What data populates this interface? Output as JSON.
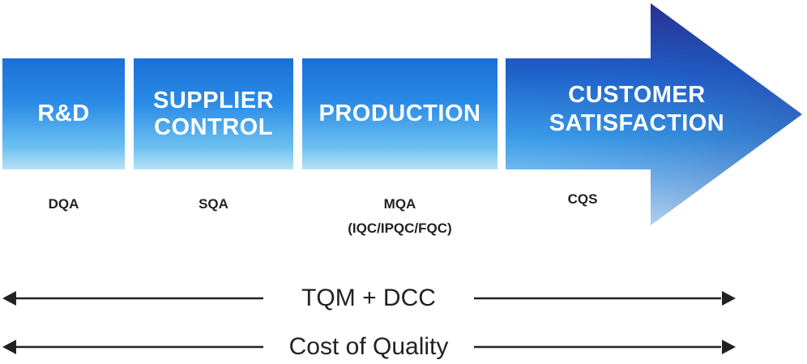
{
  "stages": [
    {
      "label": "R&D",
      "sub": "DQA"
    },
    {
      "label": "SUPPLIER\nCONTROL",
      "sub": "SQA"
    },
    {
      "label": "PRODUCTION",
      "sub": "MQA\n(IQC/IPQC/FQC)"
    },
    {
      "label": "CUSTOMER\nSATISFACTION",
      "sub": "CQS"
    }
  ],
  "spans": [
    {
      "label": "TQM + DCC"
    },
    {
      "label": "Cost of Quality"
    }
  ],
  "colors": {
    "box_top": "#1b6fd6",
    "box_bottom": "#b8e2f7",
    "arrow_tip": "#2b2a8a",
    "text_dark": "#222222"
  }
}
